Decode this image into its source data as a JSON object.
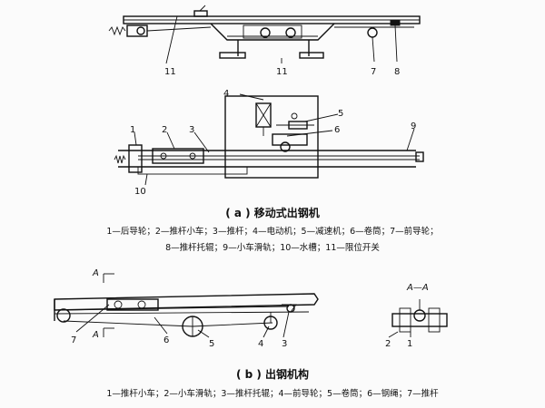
{
  "figure_a": {
    "labels": {
      "l1": "1",
      "l2": "2",
      "l3": "3",
      "l4": "4",
      "l5": "5",
      "l6": "6",
      "l7": "7",
      "l8": "8",
      "l9": "9",
      "l10": "10",
      "l11a": "11",
      "l11b": "11"
    },
    "caption": "( a ) 移动式出钢机",
    "legend_line1": "1—后导轮；2—推杆小车；3—推杆；4—电动机；5—减速机；6—卷筒；7—前导轮；",
    "legend_line2": "8—推杆托辊；9—小车滑轨；10—水槽；11—限位开关"
  },
  "figure_b": {
    "labels": {
      "l1": "1",
      "l2": "2",
      "l3": "3",
      "l4": "4",
      "l5": "5",
      "l6": "6",
      "l7": "7",
      "sec_a_top": "A",
      "sec_a_bottom": "A",
      "sec_title": "A—A",
      "sec_l1": "1",
      "sec_l2": "2"
    },
    "caption": "( b ) 出钢机构",
    "legend": "1—推杆小车；2—小车滑轨；3—推杆托辊；4—前导轮；5—卷筒；6—钢绳；7—推杆"
  }
}
